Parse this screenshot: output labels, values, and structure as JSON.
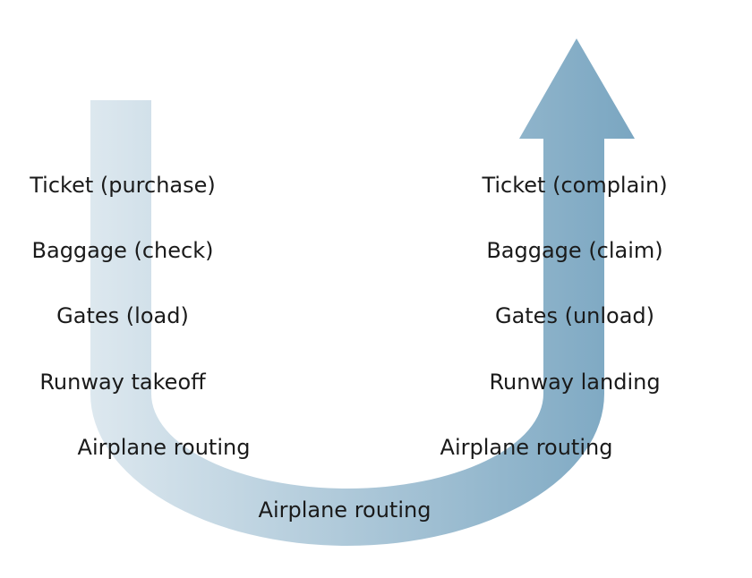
{
  "diagram": {
    "departure_steps": [
      "Ticket (purchase)",
      "Baggage (check)",
      "Gates (load)",
      "Runway takeoff",
      "Airplane routing"
    ],
    "middle_step": "Airplane routing",
    "arrival_steps": [
      "Ticket (complain)",
      "Baggage (claim)",
      "Gates (unload)",
      "Runway landing",
      "Airplane routing"
    ],
    "arrow_gradient": {
      "start_color": "#dde8ef",
      "end_color": "#7aa6c1"
    },
    "text_color": "#1a1a1a"
  }
}
